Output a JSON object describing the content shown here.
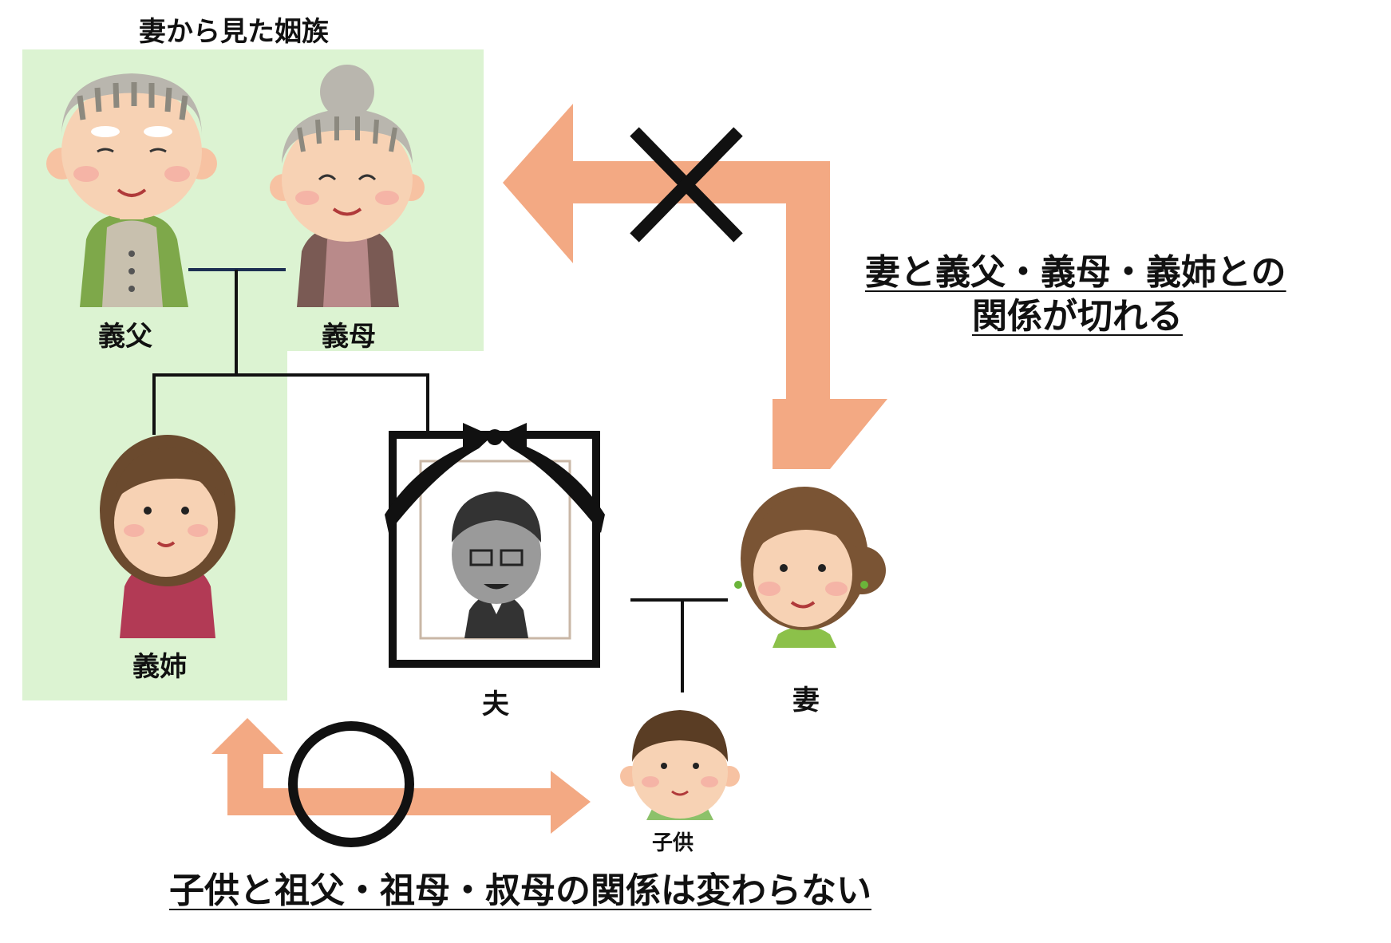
{
  "group_title": "妻から見た姻族",
  "people": {
    "father_in_law": "義父",
    "mother_in_law": "義母",
    "sister_in_law": "義姉",
    "husband": "夫",
    "wife": "妻",
    "child": "子供"
  },
  "statements": {
    "broken_line1": "妻と義父・義母・義姉との",
    "broken_line2": "関係が切れる",
    "kept": "子供と祖父・祖母・叔母の関係は変わらない"
  },
  "colors": {
    "group_bg": "#dcf3d2",
    "arrow": "#f3a983",
    "line": "#111111"
  }
}
